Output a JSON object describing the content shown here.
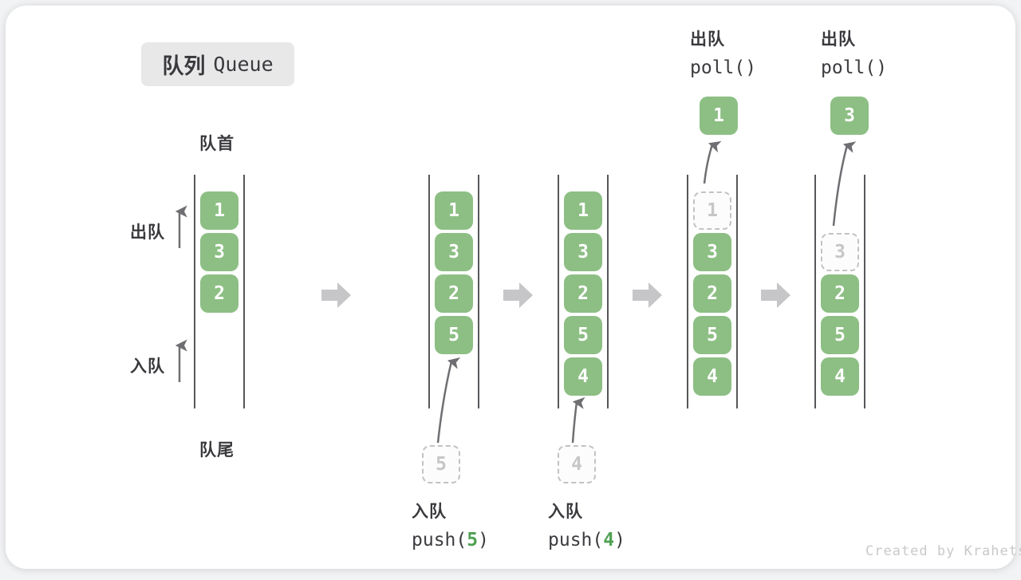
{
  "title": {
    "zh": "队列",
    "en": "Queue"
  },
  "labels": {
    "front": "队首",
    "rear": "队尾",
    "dequeue_side": "出队",
    "enqueue_side": "入队"
  },
  "watermark": "Created by Krahets",
  "colors": {
    "block_green": "#8dbf84",
    "code_arg_green": "#4fa153",
    "flow_arrow_gray": "#c6c6c8",
    "wall_line": "#57575b",
    "text_dark": "#3a3a3e",
    "dashed_muted": "#c6c6c8",
    "badge_bg": "#e8e8e9"
  },
  "chart_data": {
    "type": "diagram",
    "subject": "FIFO queue states with enqueue (push) and dequeue (poll) operations",
    "states": [
      {
        "slots": [
          "1",
          "3",
          "2"
        ]
      },
      {
        "slots": [
          "1",
          "3",
          "2",
          "5"
        ],
        "staged": "5"
      },
      {
        "slots": [
          "1",
          "3",
          "2",
          "5",
          "4"
        ],
        "staged": "4"
      },
      {
        "slots": [
          "1",
          "3",
          "2",
          "5",
          "4"
        ],
        "dashed_index": 0,
        "popped": "1"
      },
      {
        "slots": [
          "3",
          "2",
          "5",
          "4"
        ],
        "dashed_index": 0,
        "popped": "3"
      }
    ]
  },
  "columns": [
    {
      "slots": [
        {
          "v": "1"
        },
        {
          "v": "3"
        },
        {
          "v": "2"
        }
      ]
    },
    {
      "slots": [
        {
          "v": "1"
        },
        {
          "v": "3"
        },
        {
          "v": "2"
        },
        {
          "v": "5"
        }
      ],
      "staged": "5",
      "op": {
        "label": "入队",
        "code_pre": "push(",
        "arg": "5",
        "code_post": ")"
      }
    },
    {
      "slots": [
        {
          "v": "1"
        },
        {
          "v": "3"
        },
        {
          "v": "2"
        },
        {
          "v": "5"
        },
        {
          "v": "4"
        }
      ],
      "staged": "4",
      "op": {
        "label": "入队",
        "code_pre": "push(",
        "arg": "4",
        "code_post": ")"
      }
    },
    {
      "slots": [
        {
          "v": "1"
        },
        {
          "v": "3"
        },
        {
          "v": "2"
        },
        {
          "v": "5"
        },
        {
          "v": "4"
        }
      ],
      "popped": "1",
      "op": {
        "label": "出队",
        "code": "poll()"
      }
    },
    {
      "slots": [
        {
          "v": "3"
        },
        {
          "v": "2"
        },
        {
          "v": "5"
        },
        {
          "v": "4"
        }
      ],
      "popped": "3",
      "op": {
        "label": "出队",
        "code": "poll()"
      }
    }
  ]
}
